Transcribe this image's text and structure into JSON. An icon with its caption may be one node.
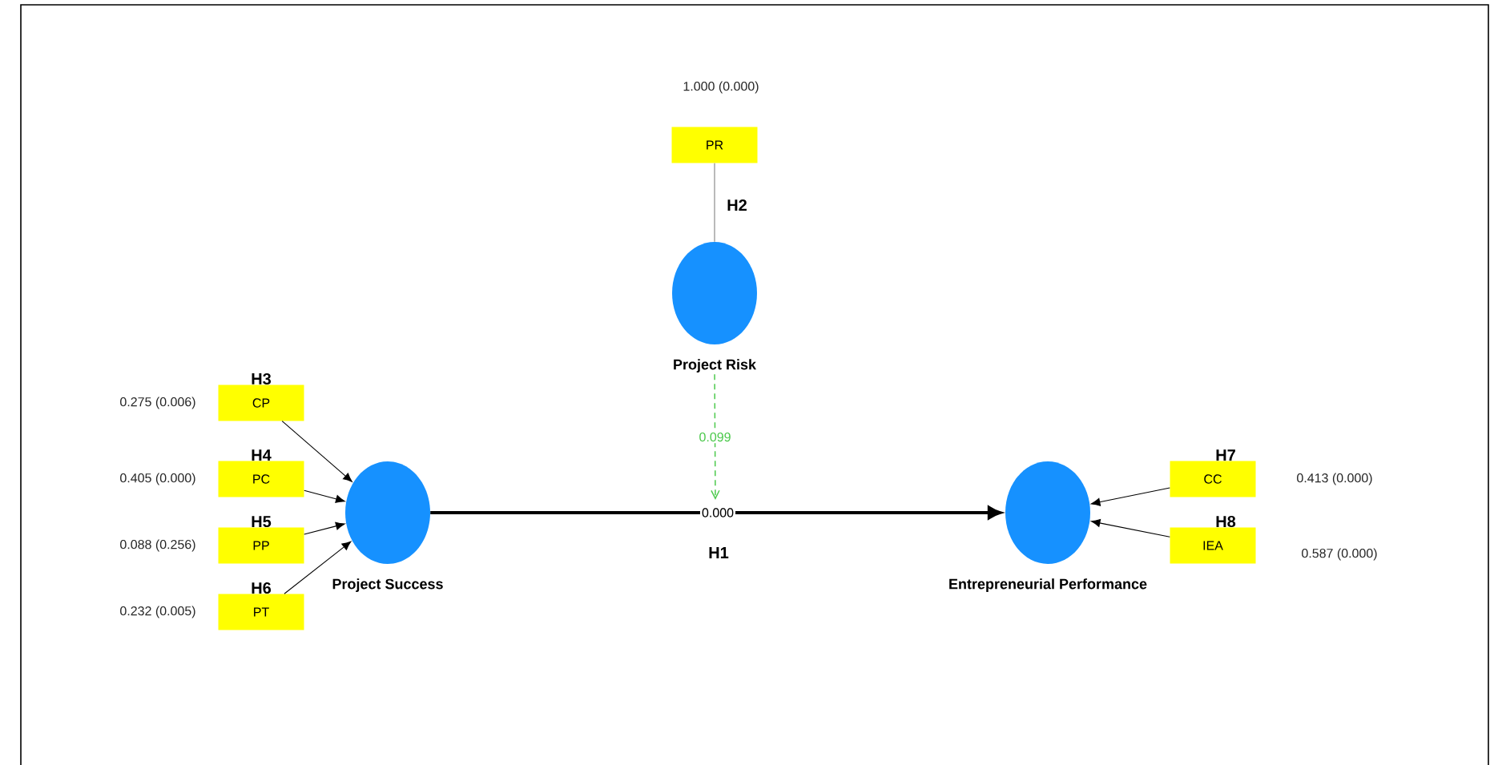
{
  "diagram": {
    "nodes": [
      {
        "text": [
          "PR"
        ],
        "beside": [
          "1.000 (0.000)"
        ]
      },
      {
        "text": [
          "Project Risk"
        ]
      },
      {
        "text": [
          "CP"
        ],
        "beside": [
          "0.275 (0.006)",
          "H3"
        ]
      },
      {
        "text": [
          "PC"
        ],
        "beside": [
          "0.405 (0.000)",
          "H4"
        ]
      },
      {
        "text": [
          "PP"
        ],
        "beside": [
          "0.088 (0.256)",
          "H5"
        ]
      },
      {
        "text": [
          "PT"
        ],
        "beside": [
          "0.232 (0.005)",
          "H6"
        ]
      },
      {
        "text": [
          "Project Success"
        ]
      },
      {
        "text": [
          "Entrepreneurial Performance"
        ]
      },
      {
        "text": [
          "CC"
        ],
        "beside": [
          "0.413 (0.000)",
          "H7"
        ]
      },
      {
        "text": [
          "IEA"
        ],
        "beside": [
          "0.587 (0.000)",
          "H8"
        ]
      }
    ],
    "edges": [
      {
        "from": 0,
        "to": 1,
        "arrow": "none",
        "color": "#808080"
      },
      {
        "from": 1,
        "to": null,
        "arrow": "to",
        "label": "0.099",
        "style": "dashed",
        "color": "#4cc94c"
      },
      {
        "from": 2,
        "to": 6,
        "arrow": "to"
      },
      {
        "from": 3,
        "to": 6,
        "arrow": "to"
      },
      {
        "from": 4,
        "to": 6,
        "arrow": "to"
      },
      {
        "from": 5,
        "to": 6,
        "arrow": "to"
      },
      {
        "from": 6,
        "to": 7,
        "arrow": "to",
        "label": "0.000",
        "style": "thick"
      },
      {
        "from": 8,
        "to": 7,
        "arrow": "to"
      },
      {
        "from": 9,
        "to": 7,
        "arrow": "to"
      }
    ],
    "labels": [
      "H2",
      "H1"
    ]
  }
}
